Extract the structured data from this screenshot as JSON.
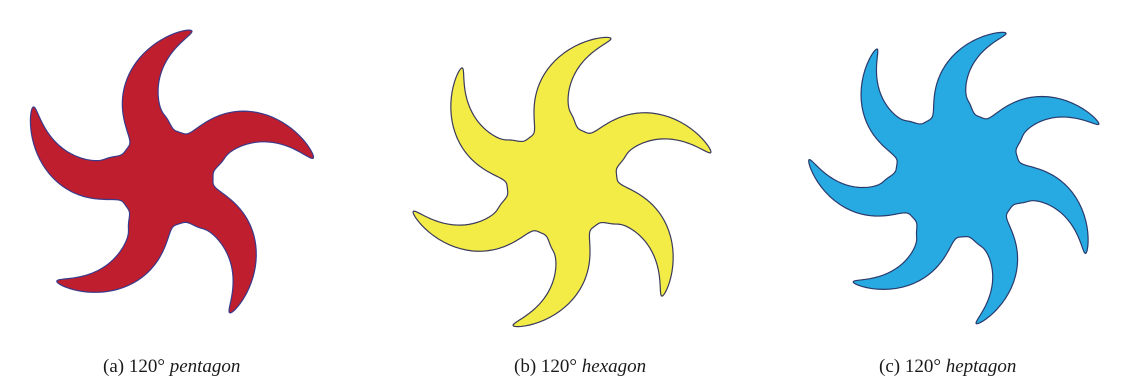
{
  "figure": {
    "panels": [
      {
        "label": "(a)",
        "angle": "120°",
        "shape": "pentagon",
        "arms": 5,
        "fill_color": "#be1e2d",
        "stroke_color": "#3a3a8c"
      },
      {
        "label": "(b)",
        "angle": "120°",
        "shape": "hexagon",
        "arms": 6,
        "fill_color": "#f4ec46",
        "stroke_color": "#3a3a5c"
      },
      {
        "label": "(c)",
        "angle": "120°",
        "shape": "heptagon",
        "arms": 7,
        "fill_color": "#27aae1",
        "stroke_color": "#2a3a6c"
      }
    ]
  }
}
